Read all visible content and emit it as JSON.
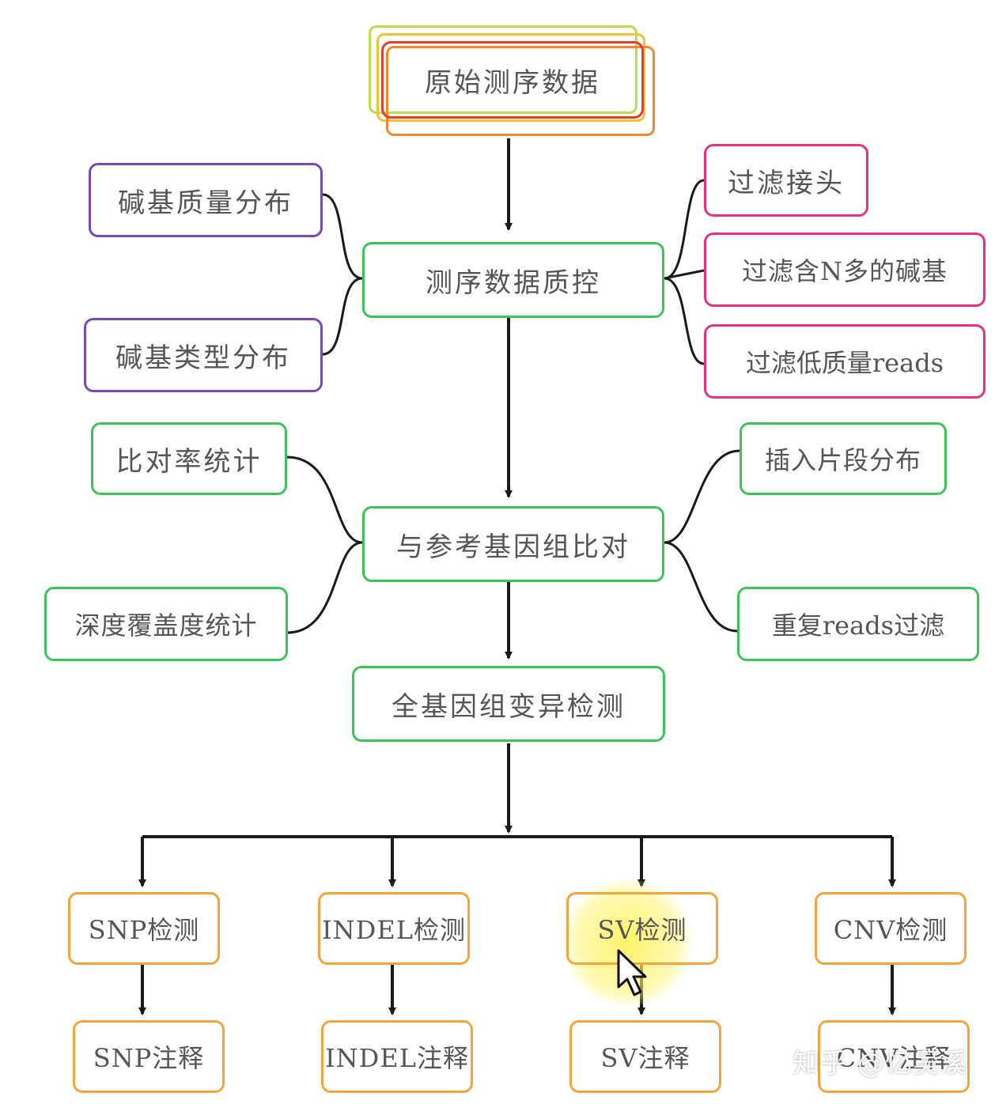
{
  "nodes": {
    "raw_data": "原始测序数据",
    "qc": "测序数据质控",
    "base_quality": "碱基质量分布",
    "base_type": "碱基类型分布",
    "filter_adapter": "过滤接头",
    "filter_n": "过滤含N多的碱基",
    "filter_low_quality": "过滤低质量reads",
    "alignment": "与参考基因组比对",
    "mapping_rate": "比对率统计",
    "depth_coverage": "深度覆盖度统计",
    "insert_size": "插入片段分布",
    "dup_filter": "重复reads过滤",
    "variant_detection": "全基因组变异检测",
    "snp_detect": "SNP检测",
    "indel_detect": "INDEL检测",
    "sv_detect": "SV检测",
    "cnv_detect": "CNV检测",
    "snp_annot": "SNP注释",
    "indel_annot": "INDEL注释",
    "sv_annot": "SV注释",
    "cnv_annot": "CNV注释"
  },
  "colors": {
    "green": "#3cc35a",
    "purple": "#7b47b5",
    "pink": "#e8317e",
    "orange": "#f5a53c",
    "arrow": "#1a1a1a",
    "text": "#555555"
  },
  "icons": [
    "mouse-cursor-icon"
  ],
  "watermark": "知乎 @忆吴溪"
}
